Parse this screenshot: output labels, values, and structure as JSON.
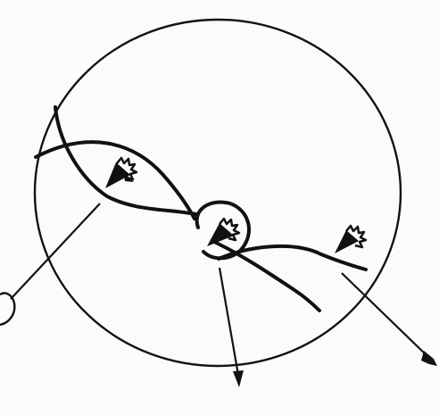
{
  "diagram": {
    "title": "",
    "labels": []
  },
  "colors": {
    "ink": "#111111",
    "paper": "#fbfbfa"
  },
  "icons": {
    "outer_circle": "large-enclosing-circle",
    "left_curve": "curve-stroke",
    "right_curve": "curve-stroke",
    "center_loop": "small-loop-circle",
    "left_glyph": "spiky-triangle-glyph",
    "center_glyph": "spiky-triangle-glyph",
    "right_glyph": "spiky-triangle-glyph",
    "callout_left": "arrow-leader-left",
    "callout_center": "arrow-leader-down",
    "callout_right": "arrow-leader-right",
    "partial_circle_left": "partial-circle"
  }
}
